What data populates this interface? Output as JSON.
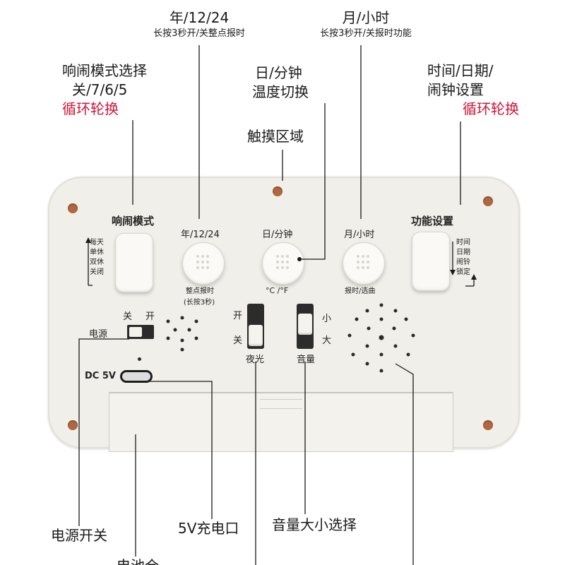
{
  "callouts": {
    "year_mode": {
      "title": "年/12/24",
      "sub": "长按3秒开/关整点报时"
    },
    "month_hour": {
      "title": "月/小时",
      "sub": "长按3秒开/关报时功能"
    },
    "alarm_mode": {
      "line1": "响闹模式选择",
      "line2": "关/7/6/5",
      "line3": "循环轮换"
    },
    "day_minute": {
      "line1": "日/分钟",
      "line2": "温度切换"
    },
    "function_setting": {
      "line1": "时间/日期/",
      "line2": "闹钟设置",
      "line3": "循环轮换"
    },
    "touch_area": "触摸区域",
    "power_switch": "电源开关",
    "charge_port": "5V充电口",
    "volume_select": "音量大小选择",
    "bottom_partial": "电池仓"
  },
  "device": {
    "alarm_mode_label": "响闹模式",
    "alarm_options": [
      "每天",
      "单休",
      "双休",
      "关闭"
    ],
    "btn1_label": "年/12/24",
    "btn1_sub1": "整点报时",
    "btn1_sub2": "(长按3秒)",
    "btn2_label": "日/分钟",
    "btn2_sub": "°C  /°F",
    "btn3_label": "月/小时",
    "btn3_sub": "报时/选曲",
    "function_label": "功能设置",
    "function_options": [
      "时间",
      "日期",
      "闹铃",
      "锁定"
    ],
    "power_off": "关",
    "power_on": "开",
    "power_label": "电源",
    "dc_label": "DC 5V",
    "night_on": "开",
    "night_off": "关",
    "night_label": "夜光",
    "vol_small": "小",
    "vol_big": "大",
    "vol_label": "音量"
  },
  "colors": {
    "accent_red": "#d0153a",
    "device_body": "#f1efe9",
    "screw_hole": "#b1683e"
  }
}
